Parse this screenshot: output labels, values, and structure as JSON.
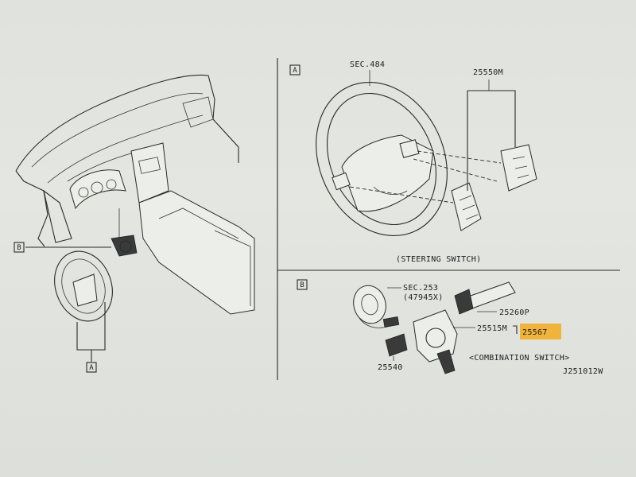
{
  "labels": {
    "box_a_top": "A",
    "box_b_left": "B",
    "box_a_left": "A",
    "box_b_panel": "B",
    "sec_484": "SEC.484",
    "part_25550m": "25550M",
    "steering_switch_caption": "(STEERING SWITCH)",
    "sec_253": "SEC.253",
    "sec_253_sub": "(47945X)",
    "part_25260p": "25260P",
    "part_25515m": "25515M",
    "part_25567": "25567",
    "part_25540": "25540",
    "combination_switch_caption": "<COMBINATION SWITCH>",
    "drawing_number": "J251012W"
  },
  "colors": {
    "highlight": "#f0b43a",
    "line": "#2a2a2a",
    "background": "#e2e4df"
  }
}
